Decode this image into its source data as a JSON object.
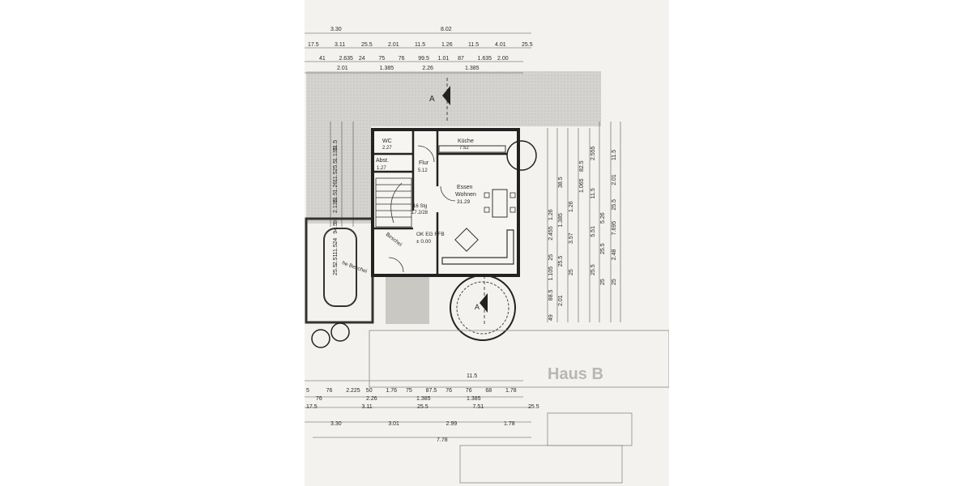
{
  "rooms": {
    "wc": "WC",
    "wc_area": "2.27",
    "kitchen": "Küche",
    "kitchen_area": "7.52",
    "storage": "Abst.",
    "storage_area": "1.27",
    "hall": "Flur",
    "hall_area": "5.12",
    "living_line1": "Essen",
    "living_line2": "Wohnen",
    "living_area": "31.29",
    "stairs_line1": "16 Stg",
    "stairs_line2": "17.2/28",
    "level_label": "OK EG FFB",
    "level_value": "± 0.00"
  },
  "section_mark": "A",
  "house_label": "Haus B",
  "side_notes": [
    "he Beschei",
    "Beschei"
  ],
  "dims_top": {
    "row1": [
      "3.30",
      "8.02"
    ],
    "row2": [
      "17.5",
      "3.11",
      "25.5",
      "2.01",
      "11.5",
      "1.26",
      "11.5",
      "4.01",
      "25.5"
    ],
    "row3": [
      "41",
      "2.635",
      "24",
      "75",
      "76",
      "99.5",
      "1.01",
      "87",
      "1.635",
      "2.00"
    ],
    "row4": [
      "2.01",
      "1.385",
      "2.26",
      "1.385"
    ]
  },
  "dims_left": [
    "11.5",
    "1.135",
    "25.5",
    "11.5",
    "1.26",
    "11.5",
    "2.135",
    "95",
    "94.5",
    "24",
    "11.5",
    "2.51",
    "25.5"
  ],
  "dims_right": {
    "col1": [
      "1.26",
      "2.455",
      "25",
      "1.105",
      "88.5",
      "49"
    ],
    "col2": [
      "38.5",
      "1.385",
      "25.5",
      "2.01"
    ],
    "col3": [
      "1.26",
      "3.57",
      "25"
    ],
    "col4": [
      "1.065",
      "82.5"
    ],
    "col5": [
      "2.555",
      "11.5",
      "5.51",
      "25.5"
    ],
    "col6": [
      "5.26",
      "25.5",
      "25"
    ],
    "col7": [
      "11.5",
      "2.01",
      "25.5",
      "7.695",
      "2.48",
      "25"
    ]
  },
  "dims_bottom": {
    "row1": [
      "11.5"
    ],
    "row2": [
      "5",
      "76",
      "2.225",
      "50",
      "1.76",
      "75",
      "87.5",
      "76",
      "76",
      "68",
      "1.78"
    ],
    "row3": [
      "76",
      "2.26",
      "1.385",
      "1.385"
    ],
    "row4": [
      "17.5",
      "3.11",
      "25.5",
      "7.51",
      "25.5"
    ],
    "row5": [
      "3.30",
      "3.01",
      "2.99",
      "1.78"
    ],
    "row6": [
      "7.78"
    ]
  }
}
